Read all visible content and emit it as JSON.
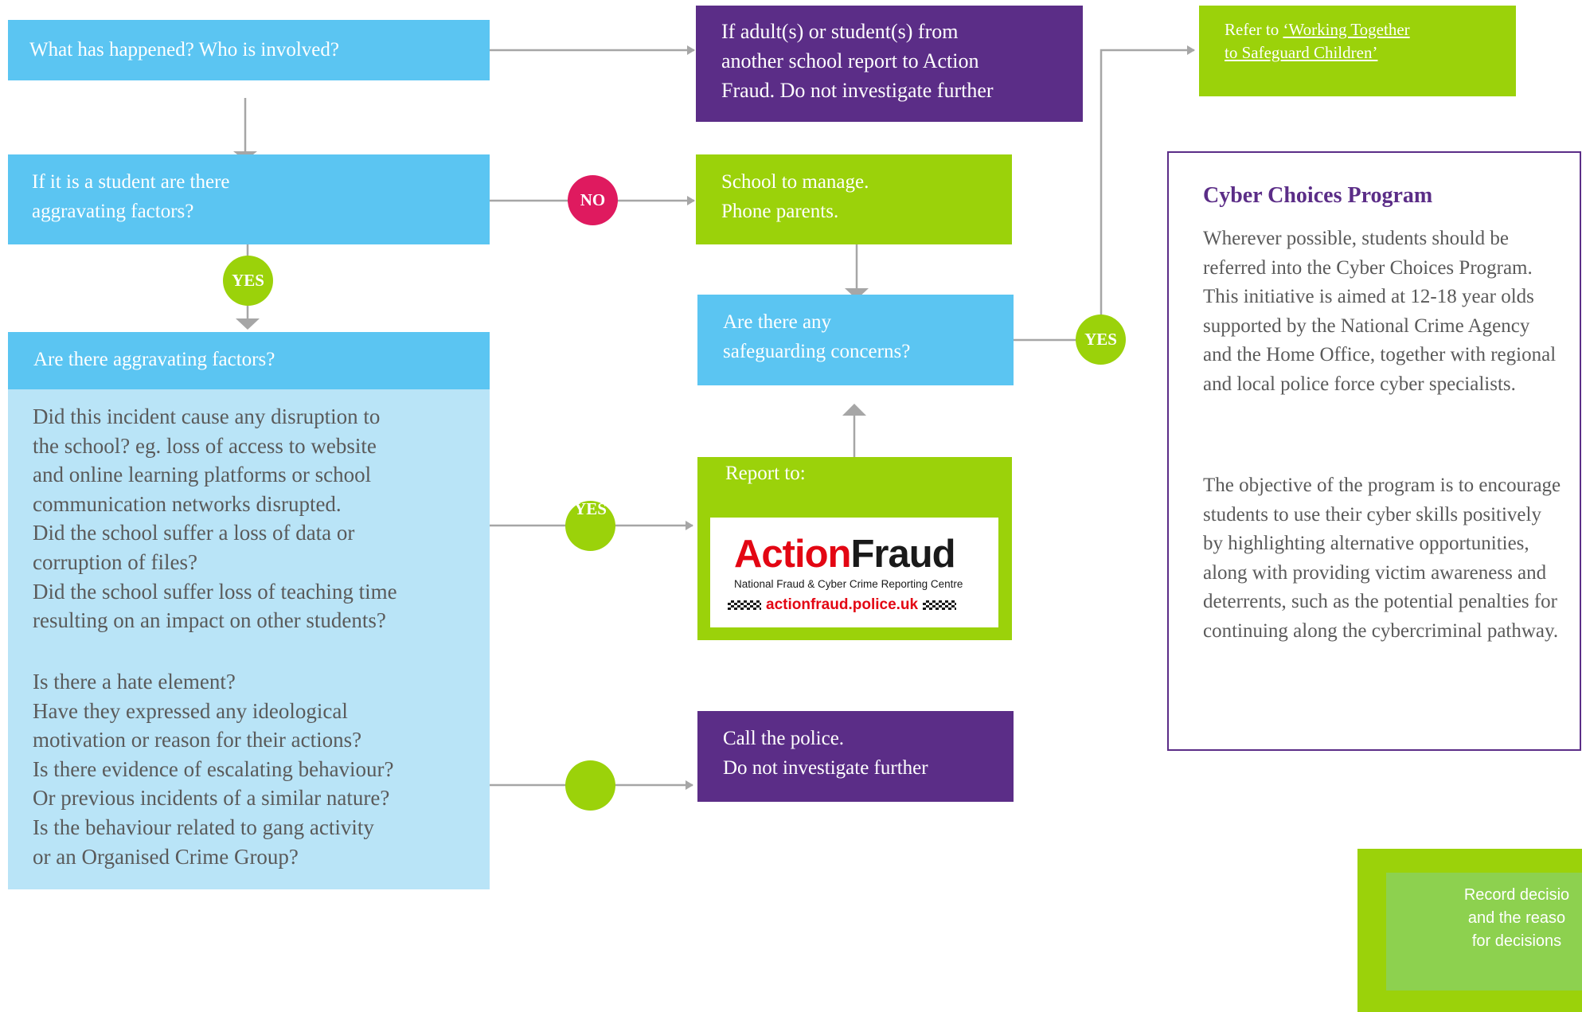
{
  "boxes": {
    "what_happened": "What has happened? Who is involved?",
    "student_aggravating": "If it is a student are there\naggravating factors?",
    "aggravating_header": "Are there aggravating factors?",
    "questions_1": "Did this incident cause any disruption to\nthe school? eg. loss of access to website\nand online learning platforms or school\ncommunication networks disrupted.\nDid the school suffer a loss of data or\ncorruption of files?\nDid the school suffer loss of teaching time\nresulting on an  impact on other students?",
    "questions_2": "Is there a hate element?\nHave they expressed any ideological\nmotivation or reason for their actions?\nIs there evidence of escalating behaviour?\nOr previous incidents of a similar nature?\nIs the behaviour related to gang activity\nor an Organised Crime Group?",
    "another_school": "If adult(s) or student(s) from\nanother school report to Action\nFraud. Do not investigate further",
    "school_manage": "School to manage.\nPhone parents.",
    "safeguarding": "Are there any\nsafeguarding concerns?",
    "report_to": "Report to:",
    "call_police": "Call the police.\nDo not investigate further",
    "refer_prefix": "Refer to ",
    "refer_link": "‘Working Together\nto Safeguard Children’",
    "record": "Record decisio\nand the reaso\nfor decisions"
  },
  "circles": {
    "no": "NO",
    "yes_left": "YES",
    "yes_middle": "YES",
    "yes_right": "YES"
  },
  "action_fraud": {
    "title_red": "Action",
    "title_black": "Fraud",
    "subtitle": "National Fraud & Cyber Crime Reporting Centre",
    "url": "actionfraud.police.uk"
  },
  "side_panel": {
    "title": "Cyber Choices Program",
    "para1": "Wherever possible, students should be referred into the Cyber Choices Program. This initiative is aimed at 12-18 year olds supported by the National Crime Agency and the Home Office, together with regional and local police force cyber specialists.",
    "para2": "The objective of the program is to encourage students to use their cyber skills positively by highlighting alternative opportunities, along with providing victim awareness and deterrents, such as the potential penalties for continuing along the cybercriminal pathway."
  },
  "colors": {
    "blue": "#5bc5f2",
    "light_blue": "#b9e4f7",
    "purple": "#5b2d87",
    "green": "#9bd20a",
    "pink": "#df1a5f",
    "connector": "#a6a6a6"
  }
}
